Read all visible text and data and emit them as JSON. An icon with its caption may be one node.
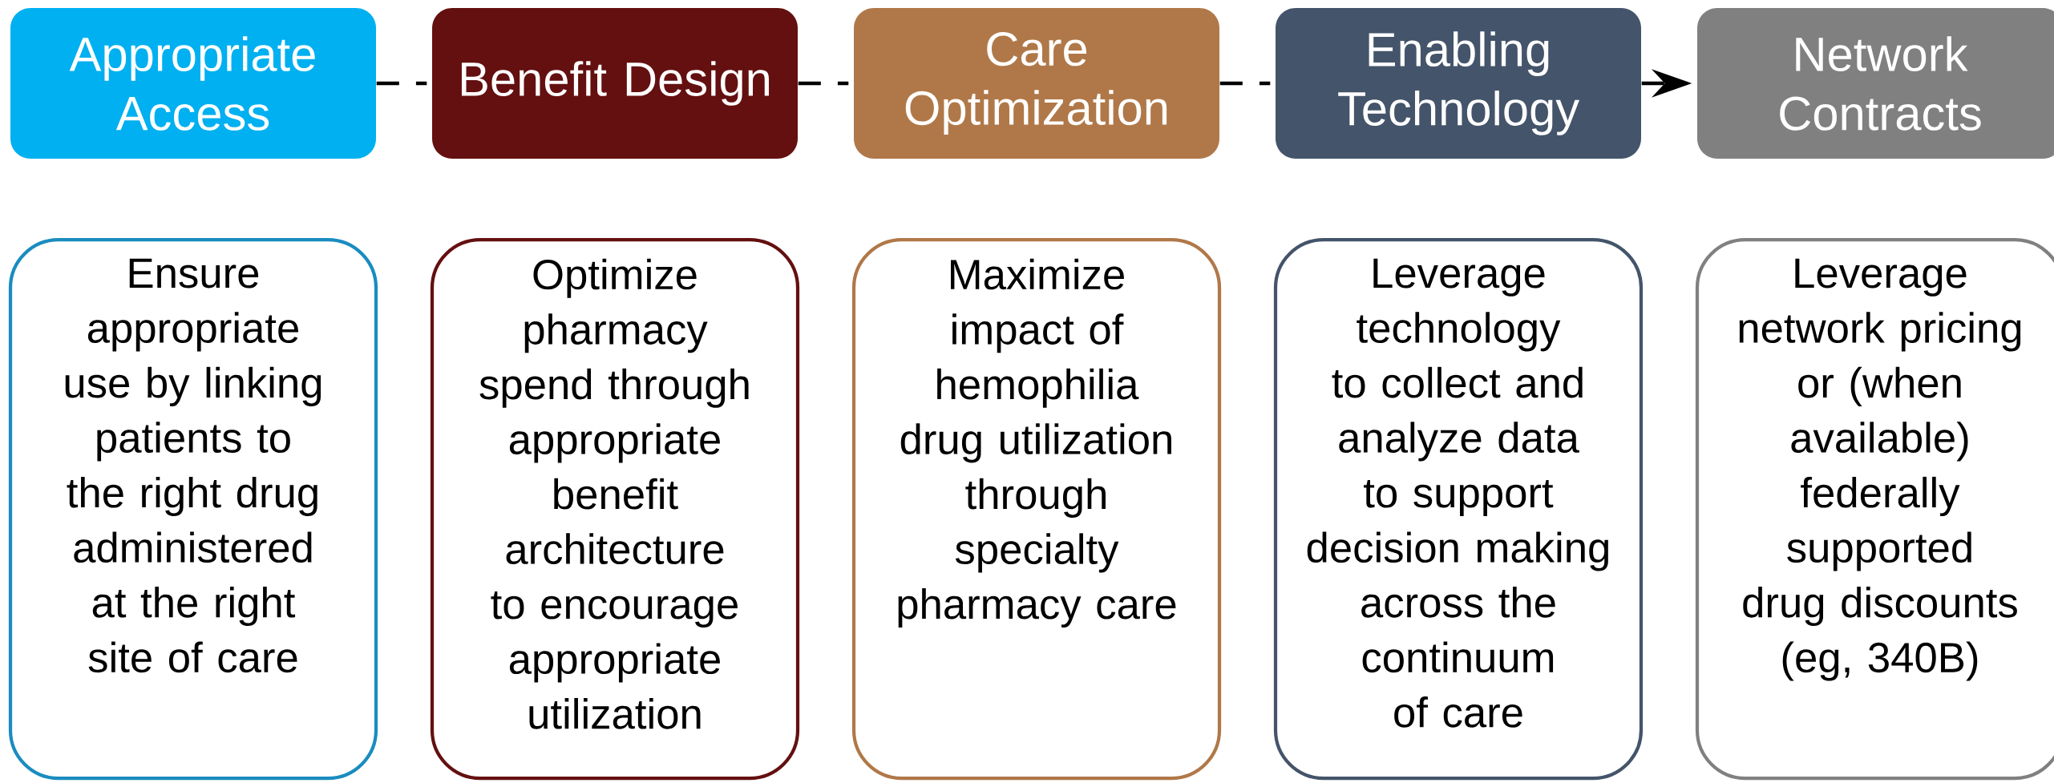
{
  "diagram": {
    "nodes": [
      {
        "text": [
          "Appropriate Access"
        ]
      },
      {
        "text": [
          "Benefit Design"
        ]
      },
      {
        "text": [
          "Care Optimization"
        ]
      },
      {
        "text": [
          "Enabling Technology"
        ]
      },
      {
        "text": [
          "Network Contracts"
        ]
      },
      {
        "text": [
          "Ensure appropriate use by linking patients to the right drug administered at the right site of care"
        ]
      },
      {
        "text": [
          "Optimize pharmacy spend through appropriate benefit architecture to encourage appropriate utilization"
        ]
      },
      {
        "text": [
          "Maximize impact of hemophilia drug utilization through specialty pharmacy care"
        ]
      },
      {
        "text": [
          "Leverage technology to collect and analyze data to support decision making across the continuum of care"
        ]
      },
      {
        "text": [
          "Leverage network pricing or (when available) federally supported drug discounts (eg, 340B)"
        ]
      }
    ],
    "edges": [
      {
        "from": 0,
        "to": 1,
        "arrow": "none",
        "style": "dashed"
      },
      {
        "from": 1,
        "to": 2,
        "arrow": "none",
        "style": "dashed"
      },
      {
        "from": 2,
        "to": 3,
        "arrow": "none",
        "style": "dashed"
      },
      {
        "from": 3,
        "to": 4,
        "arrow": "to",
        "style": "dashed"
      }
    ]
  }
}
